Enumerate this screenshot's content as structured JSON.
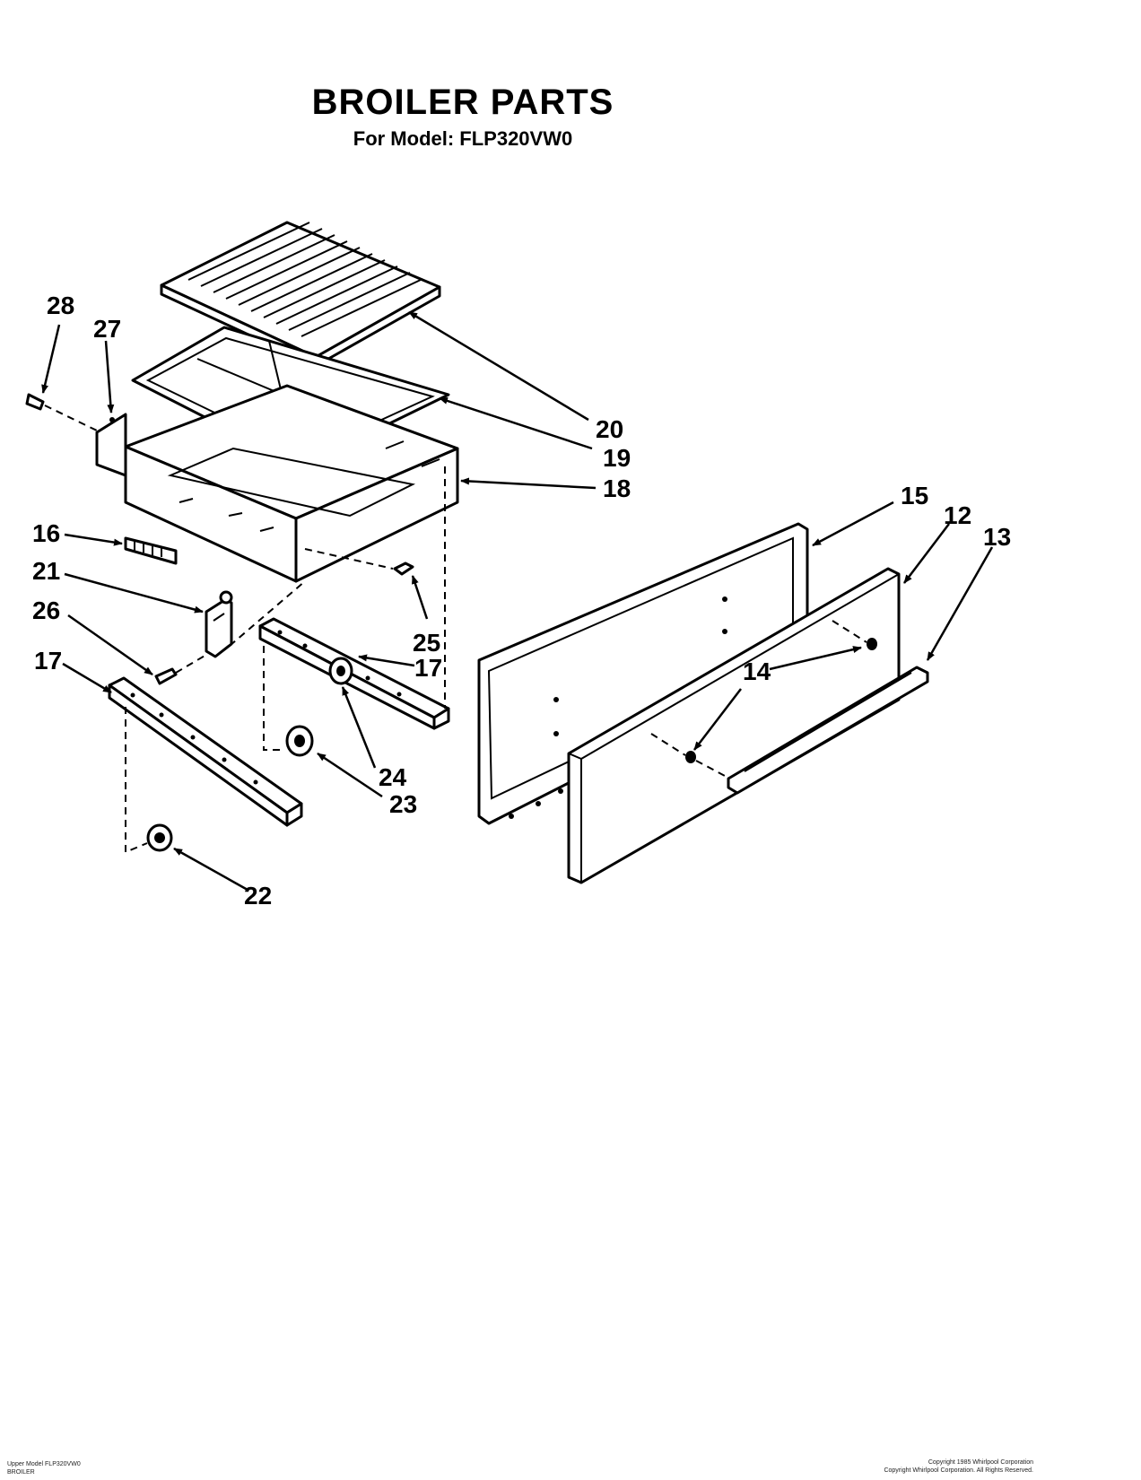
{
  "title": "BROILER PARTS",
  "subtitle": "For Model: FLP320VW0",
  "footer_left": [
    "Upper Model FLP320VW0",
    "BROILER"
  ],
  "footer_right": [
    "Copyright 1985 Whirlpool Corporation",
    "Copyright Whirlpool Corporation. All Rights Reserved."
  ],
  "callouts": {
    "c28": "28",
    "c27": "27",
    "c20": "20",
    "c19": "19",
    "c18": "18",
    "c16": "16",
    "c21": "21",
    "c26": "26",
    "c25": "25",
    "c17a": "17",
    "c17b": "17",
    "c24": "24",
    "c23": "23",
    "c22": "22",
    "c15": "15",
    "c12": "12",
    "c13": "13",
    "c14": "14"
  }
}
